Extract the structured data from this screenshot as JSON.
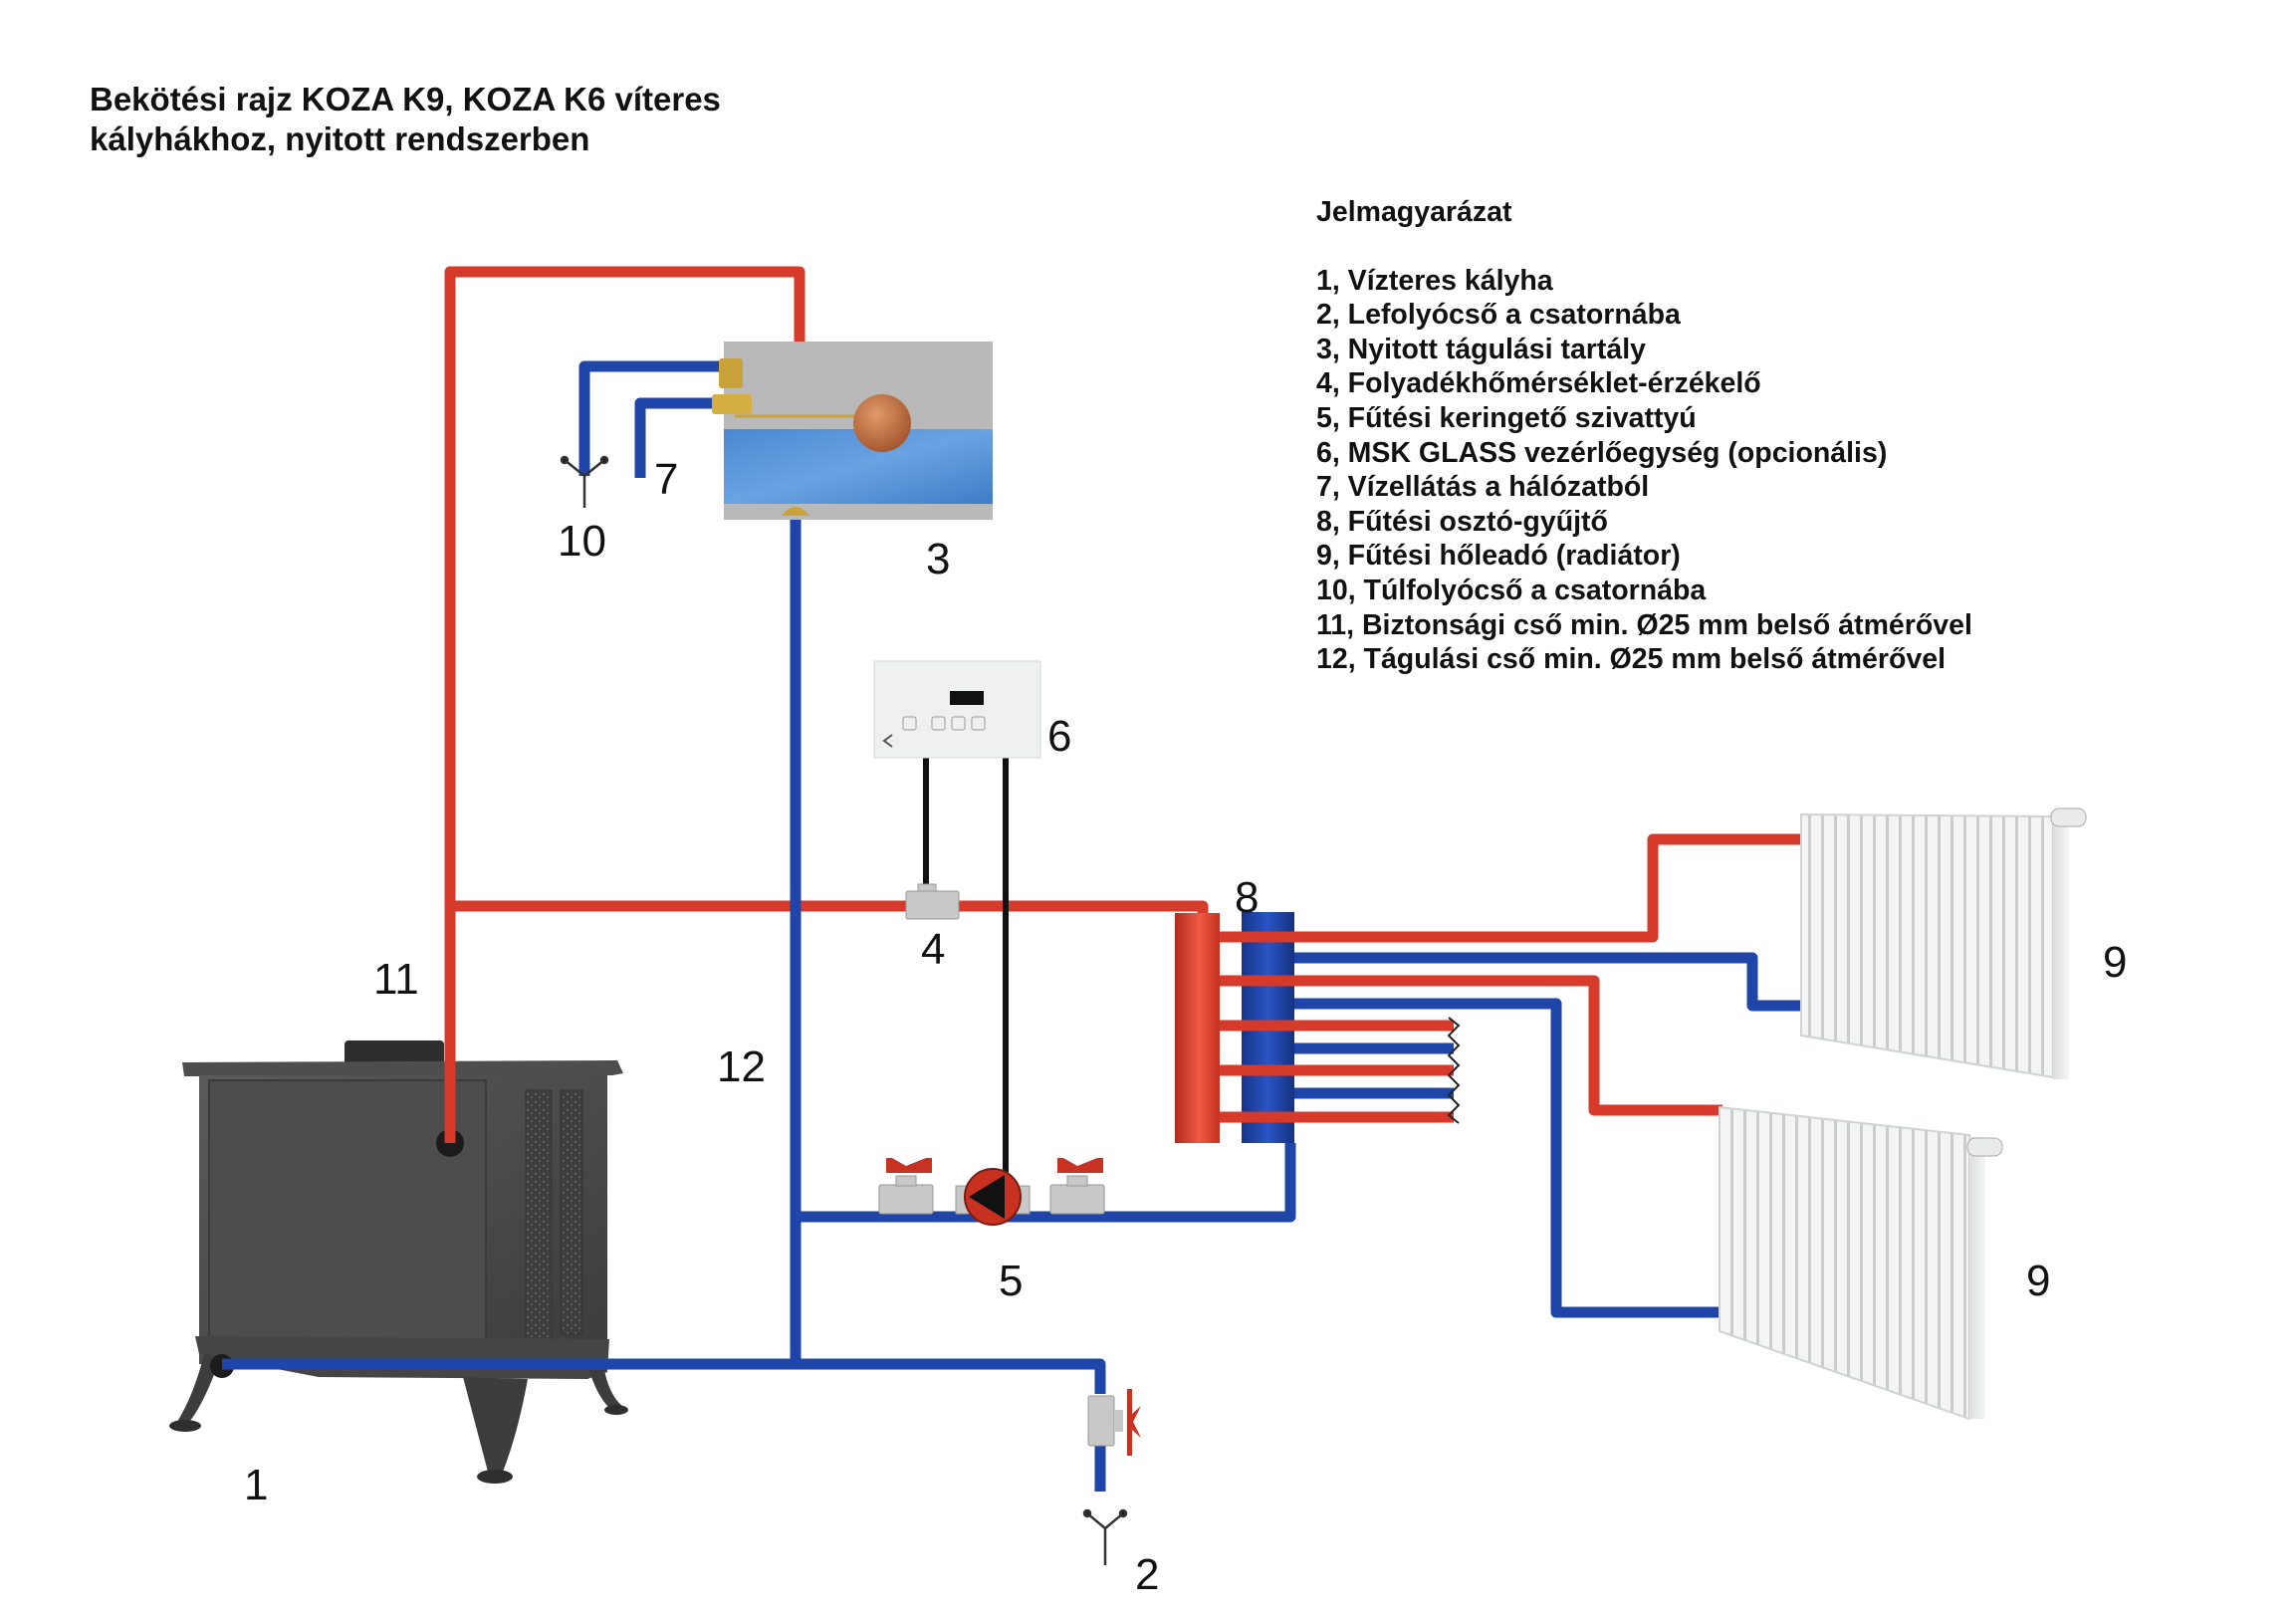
{
  "title": {
    "line1": "Bekötési rajz KOZA K9, KOZA K6 víteres",
    "line2": "kályhákhoz, nyitott rendszerben"
  },
  "legend": {
    "heading": "Jelmagyarázat",
    "items": [
      "1, Vízteres kályha",
      "2, Lefolyócső a csatornába",
      "3, Nyitott tágulási tartály",
      "4, Folyadékhőmérséklet-érzékelő",
      "5, Fűtési keringető szivattyú",
      "6, MSK GLASS vezérlőegység (opcionális)",
      "7, Vízellátás a hálózatból",
      "8, Fűtési osztó-gyűjtő",
      "9, Fűtési hőleadó (radiátor)",
      "10, Túlfolyócső a csatornába",
      "11, Biztonsági cső min. Ø25 mm belső átmérővel",
      "12, Tágulási cső min. Ø25 mm belső átmérővel"
    ]
  },
  "callouts": {
    "stove": "1",
    "drain": "2",
    "tank": "3",
    "sensor": "4",
    "pump": "5",
    "controller": "6",
    "water_supply": "7",
    "manifold": "8",
    "radiator_top": "9",
    "radiator_bottom": "9",
    "overflow": "10",
    "safety_pipe": "11",
    "expansion_pipe": "12"
  },
  "colors": {
    "hot_pipe": "#d63a2a",
    "cold_pipe": "#1f45a8",
    "wire": "#111111",
    "stove": "#4a4a4a",
    "tank_body": "#b9b9b9",
    "tank_water": "#4f8fd6",
    "brass": "#c9a23a",
    "valve_body": "#c8c8c8",
    "valve_handle": "#c83222",
    "radiator": "#eef0f0"
  }
}
